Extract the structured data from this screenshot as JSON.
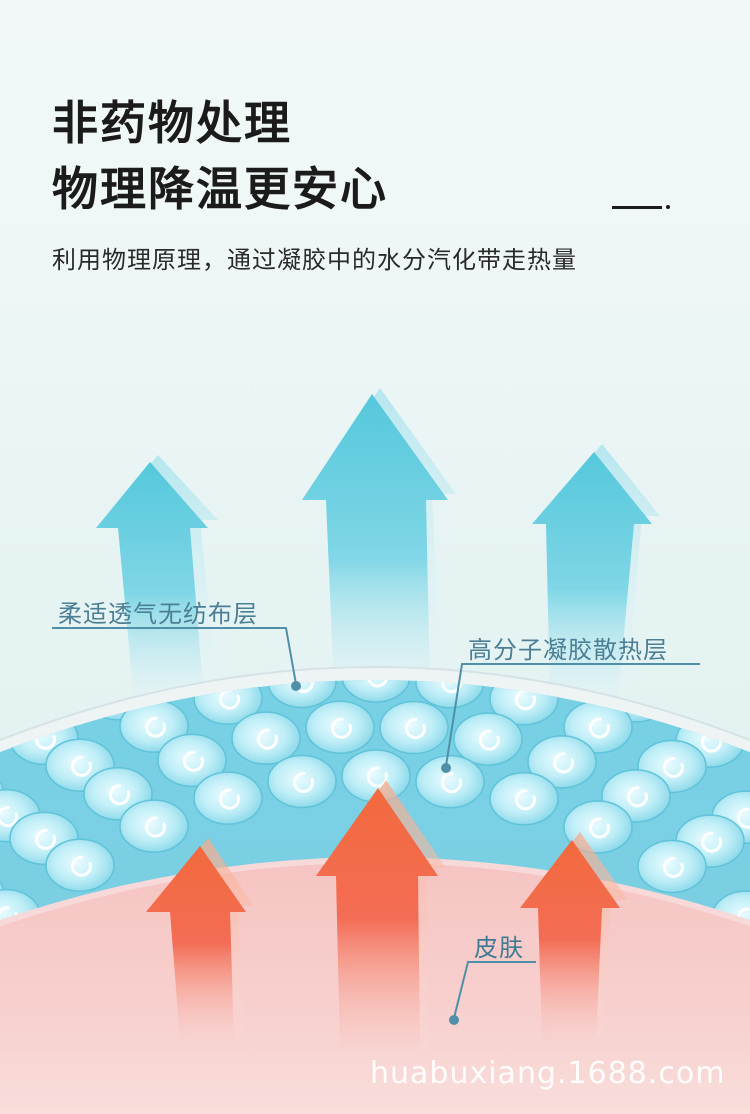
{
  "heading": {
    "line1": "非药物处理",
    "line2": "物理降温更安心"
  },
  "subtitle": "利用物理原理，通过凝胶中的水分汽化带走热量",
  "labels": {
    "nonwoven": "柔适透气无纺布层",
    "gel": "高分子凝胶散热层",
    "skin": "皮肤"
  },
  "watermark": "huabuxiang.1688.com",
  "colors": {
    "cool_arrow": "#5cc9dc",
    "warm_arrow": "#f0613f",
    "gel": "#74cde3",
    "skin": "#f7c8c4",
    "label": "#4b7f95"
  }
}
